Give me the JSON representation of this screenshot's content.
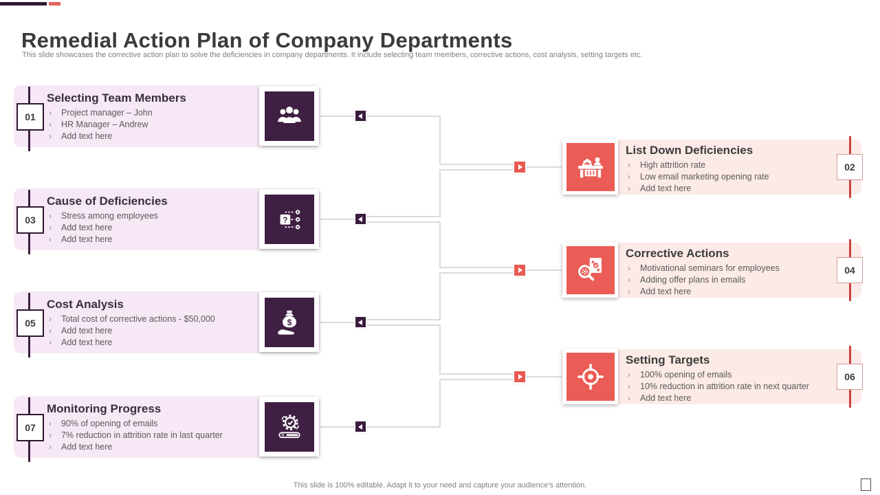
{
  "slide": {
    "title": "Remedial Action Plan of Company Departments",
    "subtitle": "This slide showcases the corrective action plan to solve the deficiencies in company departments. It include selecting team members, corrective actions, cost analysis, setting targets etc.",
    "footer": "This slide is 100% editable. Adapt it to your need and capture your audience's attention."
  },
  "ui": {
    "bullet_marker": "›"
  },
  "colors": {
    "purple_dark": "#3F1F42",
    "coral": "#EA5C55",
    "red_accent_line": "#C8423D",
    "left_card_bg": "#F6E8F5",
    "right_card_bg": "#FCEAE7",
    "connector_gray": "#DBDBDB",
    "title_text": "#3B3B3B",
    "body_text": "#595959"
  },
  "steps": [
    {
      "number": "01",
      "side": "left",
      "icon": "team-icon",
      "title": "Selecting Team Members",
      "bullets": [
        "Project manager – John",
        "HR Manager – Andrew",
        "Add text here"
      ]
    },
    {
      "number": "02",
      "side": "right",
      "icon": "desk-icon",
      "title": "List Down Deficiencies",
      "bullets": [
        "High attrition rate",
        "Low email marketing opening rate",
        "Add text here"
      ]
    },
    {
      "number": "03",
      "side": "left",
      "icon": "question-flow-icon",
      "title": "Cause of Deficiencies",
      "bullets": [
        "Stress among employees",
        "Add text here",
        "Add text here"
      ]
    },
    {
      "number": "04",
      "side": "right",
      "icon": "magnifier-doc-icon",
      "title": "Corrective Actions",
      "bullets": [
        "Motivational seminars for employees",
        "Adding offer plans in emails",
        "Add text here"
      ]
    },
    {
      "number": "05",
      "side": "left",
      "icon": "money-hand-icon",
      "title": "Cost Analysis",
      "bullets": [
        "Total cost of corrective actions - $50,000",
        "Add text here",
        "Add text here"
      ]
    },
    {
      "number": "06",
      "side": "right",
      "icon": "target-icon",
      "title": "Setting Targets",
      "bullets": [
        "100% opening of emails",
        "10% reduction in attrition rate in next quarter",
        "Add text here"
      ]
    },
    {
      "number": "07",
      "side": "left",
      "icon": "gear-progress-icon",
      "title": "Monitoring Progress",
      "bullets": [
        "90% of opening of emails",
        "7% reduction in attrition rate in last quarter",
        "Add text here"
      ]
    }
  ]
}
